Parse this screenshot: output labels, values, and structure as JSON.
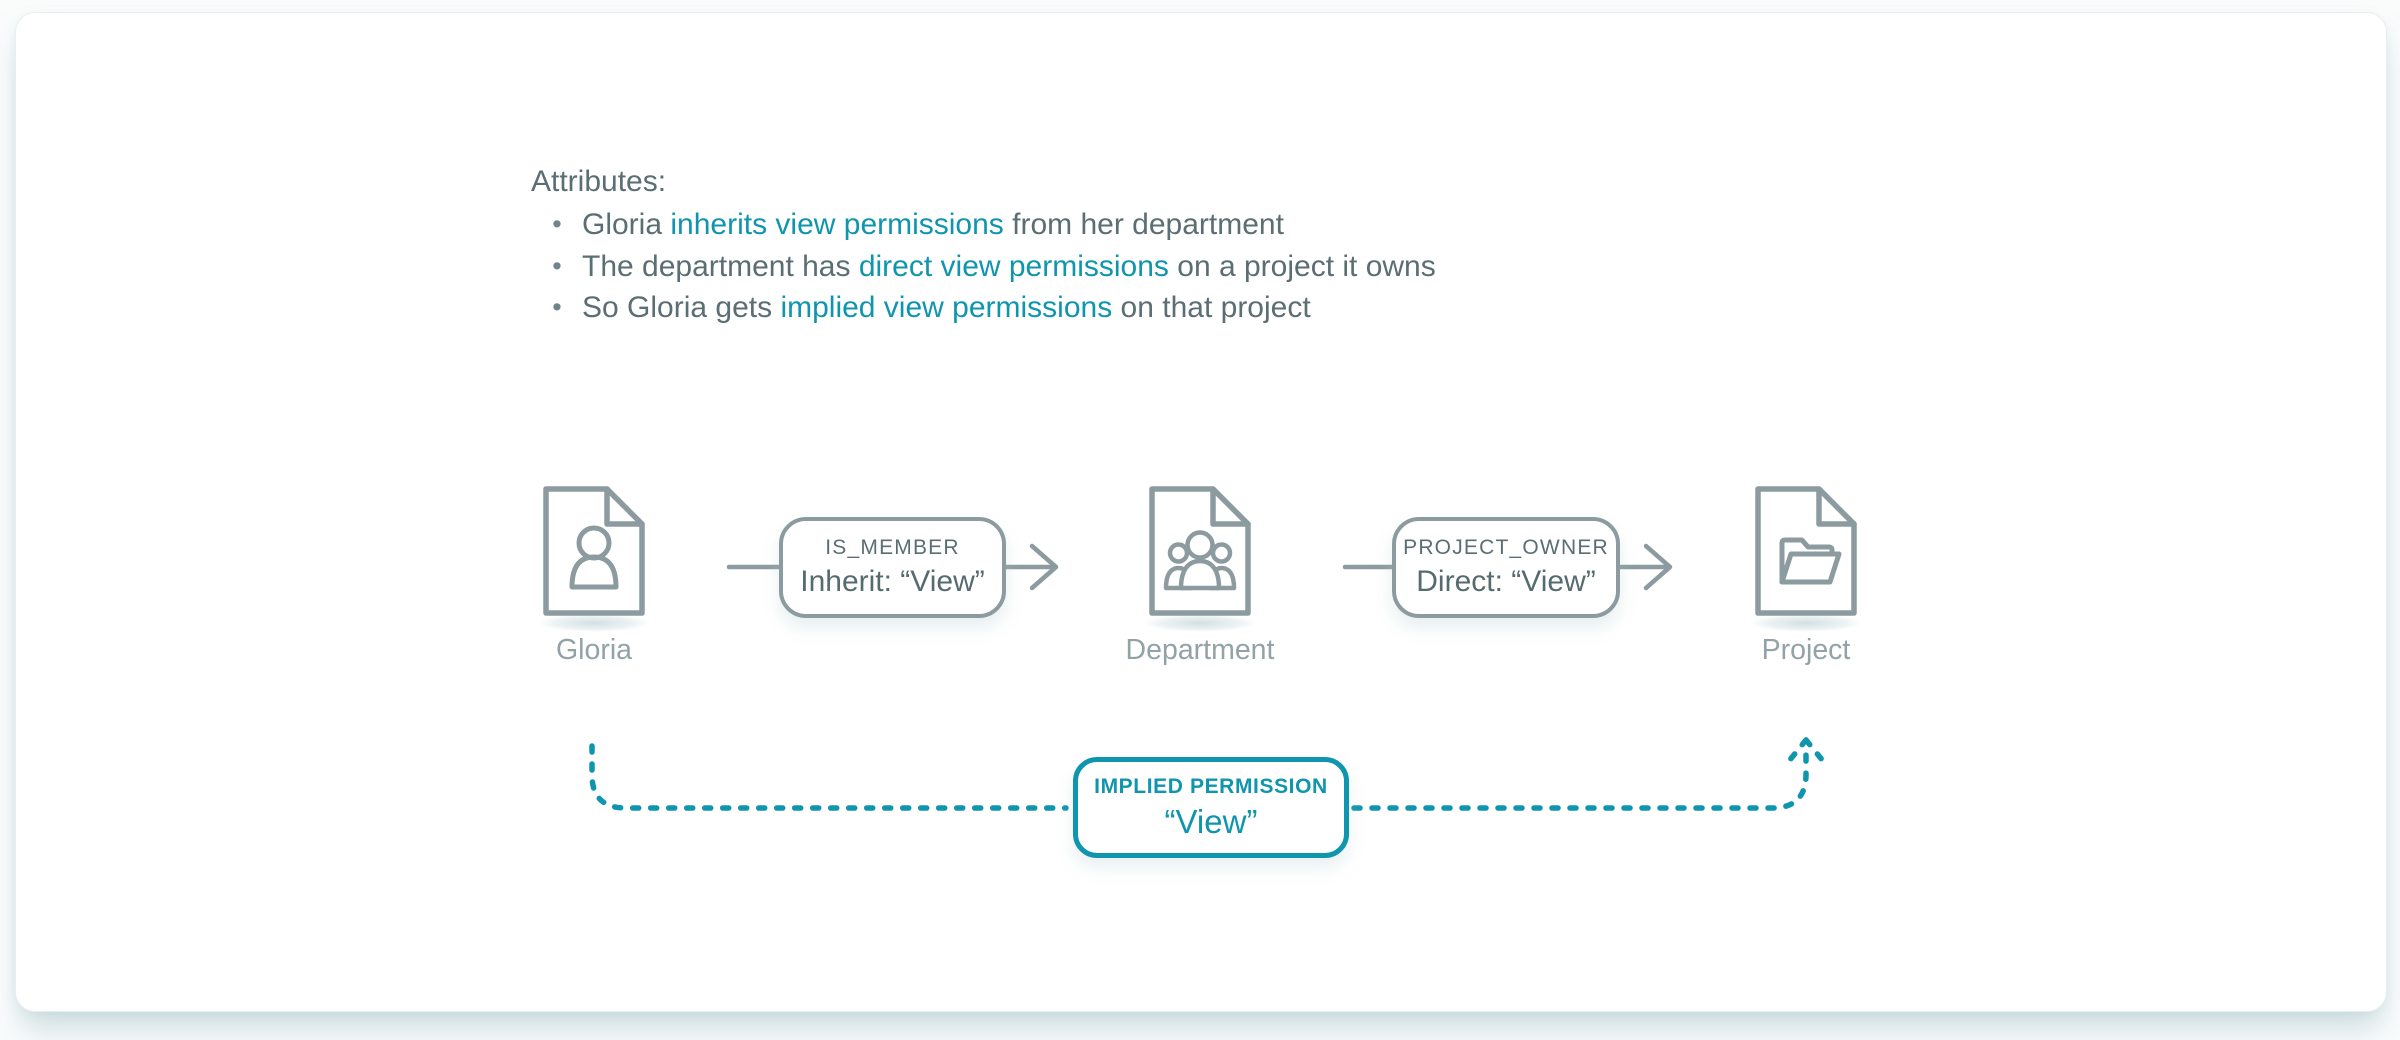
{
  "attributes": {
    "heading": "Attributes:",
    "bullet": "•",
    "bullets": [
      {
        "pre": "Gloria ",
        "highlight": "inherits view permissions",
        "post": " from her department"
      },
      {
        "pre": "The department has ",
        "highlight": "direct view permissions",
        "post": " on a project it owns"
      },
      {
        "pre": "So Gloria gets ",
        "highlight": "implied view permissions",
        "post": " on that project"
      }
    ]
  },
  "diagram": {
    "nodes": [
      {
        "id": "gloria",
        "label": "Gloria",
        "icon": "person-document-icon"
      },
      {
        "id": "department",
        "label": "Department",
        "icon": "team-document-icon"
      },
      {
        "id": "project",
        "label": "Project",
        "icon": "folder-document-icon"
      }
    ],
    "edges": [
      {
        "from": "Gloria",
        "to": "Department",
        "relation": "IS_MEMBER",
        "permission": "Inherit: “View”"
      },
      {
        "from": "Department",
        "to": "Project",
        "relation": "PROJECT_OWNER",
        "permission": "Direct: “View”"
      }
    ],
    "implied_permission": {
      "from": "Gloria",
      "to": "Project",
      "title": "IMPLIED PERMISSION",
      "value": "“View”"
    }
  },
  "colors": {
    "teal_accent": "#0f95ad",
    "teal_text": "#1095ae",
    "node_stroke": "#8c9b9f",
    "body_text": "#5a6e73",
    "node_label_text": "#93a2a6",
    "card_background": "#ffffff",
    "page_background": "#fafcfc"
  }
}
